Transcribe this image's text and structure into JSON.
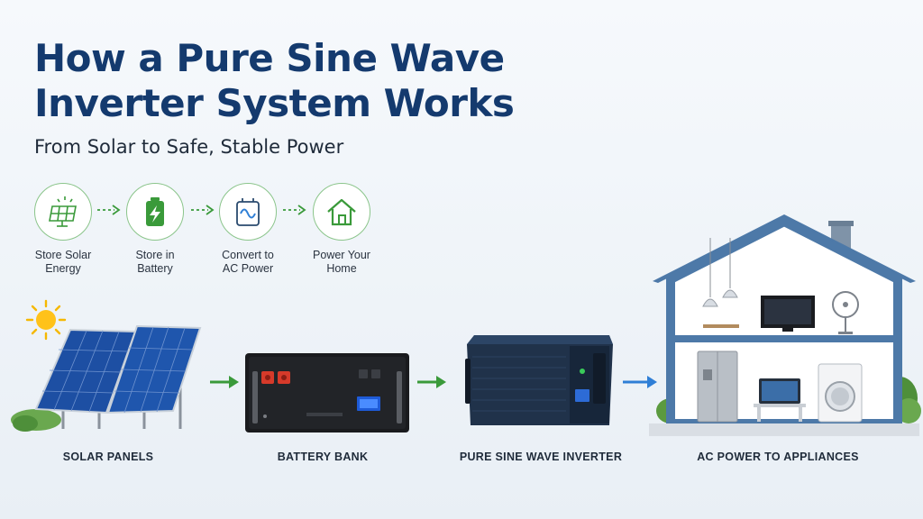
{
  "heading": {
    "title_line1": "How a Pure Sine Wave",
    "title_line2": "Inverter System Works",
    "subtitle": "From Solar to Safe, Stable Power"
  },
  "steps": [
    {
      "icon": "solar-panel-icon",
      "label": "Store Solar\nEnergy"
    },
    {
      "icon": "battery-charging-icon",
      "label": "Store in\nBattery"
    },
    {
      "icon": "sine-wave-icon",
      "label": "Convert to\nAC Power"
    },
    {
      "icon": "house-icon",
      "label": "Power Your\nHome"
    }
  ],
  "stages": [
    {
      "label": "SOLAR PANELS"
    },
    {
      "label": "BATTERY BANK"
    },
    {
      "label": "PURE SINE WAVE INVERTER"
    },
    {
      "label": "AC POWER TO APPLIANCES"
    }
  ],
  "colors": {
    "title": "#143a6e",
    "accent_green": "#3a9a3a",
    "arrow_blue": "#2f7fd6",
    "house_frame": "#4d79a8"
  }
}
